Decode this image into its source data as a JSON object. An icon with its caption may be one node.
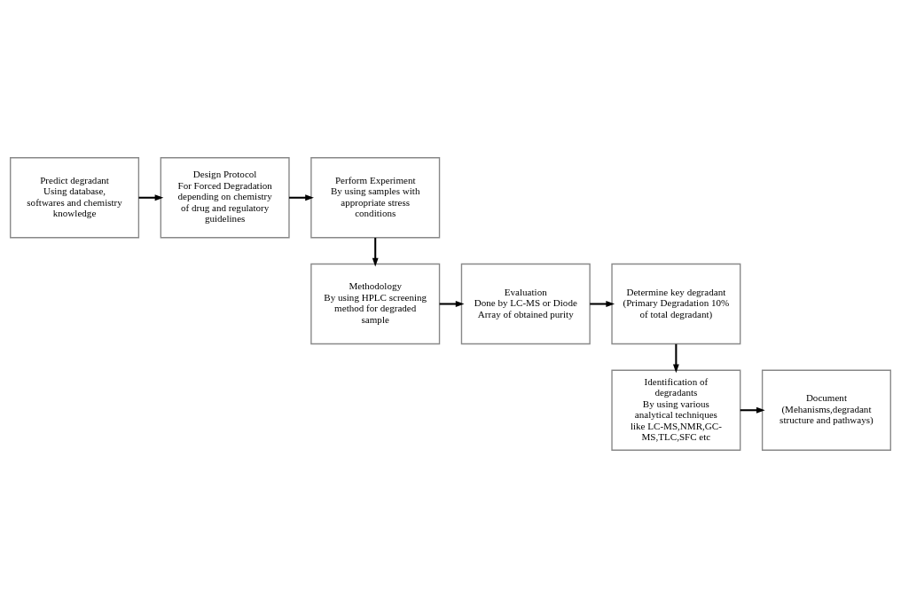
{
  "diagram": {
    "nodes": [
      {
        "text": [
          "Predict degradant",
          "Using database, softwares and chemistry knowledge"
        ]
      },
      {
        "text": [
          "Design Protocol",
          "For Forced Degradation depending on chemistry of drug and regulatory guidelines"
        ]
      },
      {
        "text": [
          "Perform Experiment",
          "By using samples with appropriate stress conditions"
        ]
      },
      {
        "text": [
          "Methodology",
          "By using HPLC screening method for degraded sample"
        ]
      },
      {
        "text": [
          "Evaluation",
          "Done by LC-MS or Diode Array of obtained purity"
        ]
      },
      {
        "text": [
          "Determine key degradant",
          "(Primary Degradation 10% of total degradant)"
        ]
      },
      {
        "text": [
          "Identification of degradants",
          "By using various analytical techniques like LC-MS,NMR,GC-MS,TLC,SFC etc"
        ]
      },
      {
        "text": [
          "Document",
          "(Mehanisms,degradant structure and pathways)"
        ]
      }
    ],
    "edges": [
      {
        "from": 0,
        "to": 1,
        "arrow": "to"
      },
      {
        "from": 1,
        "to": 2,
        "arrow": "to"
      },
      {
        "from": 2,
        "to": 3,
        "arrow": "to"
      },
      {
        "from": 3,
        "to": 4,
        "arrow": "to"
      },
      {
        "from": 4,
        "to": 5,
        "arrow": "to"
      },
      {
        "from": 5,
        "to": 6,
        "arrow": "to"
      },
      {
        "from": 6,
        "to": 7,
        "arrow": "to"
      }
    ]
  }
}
